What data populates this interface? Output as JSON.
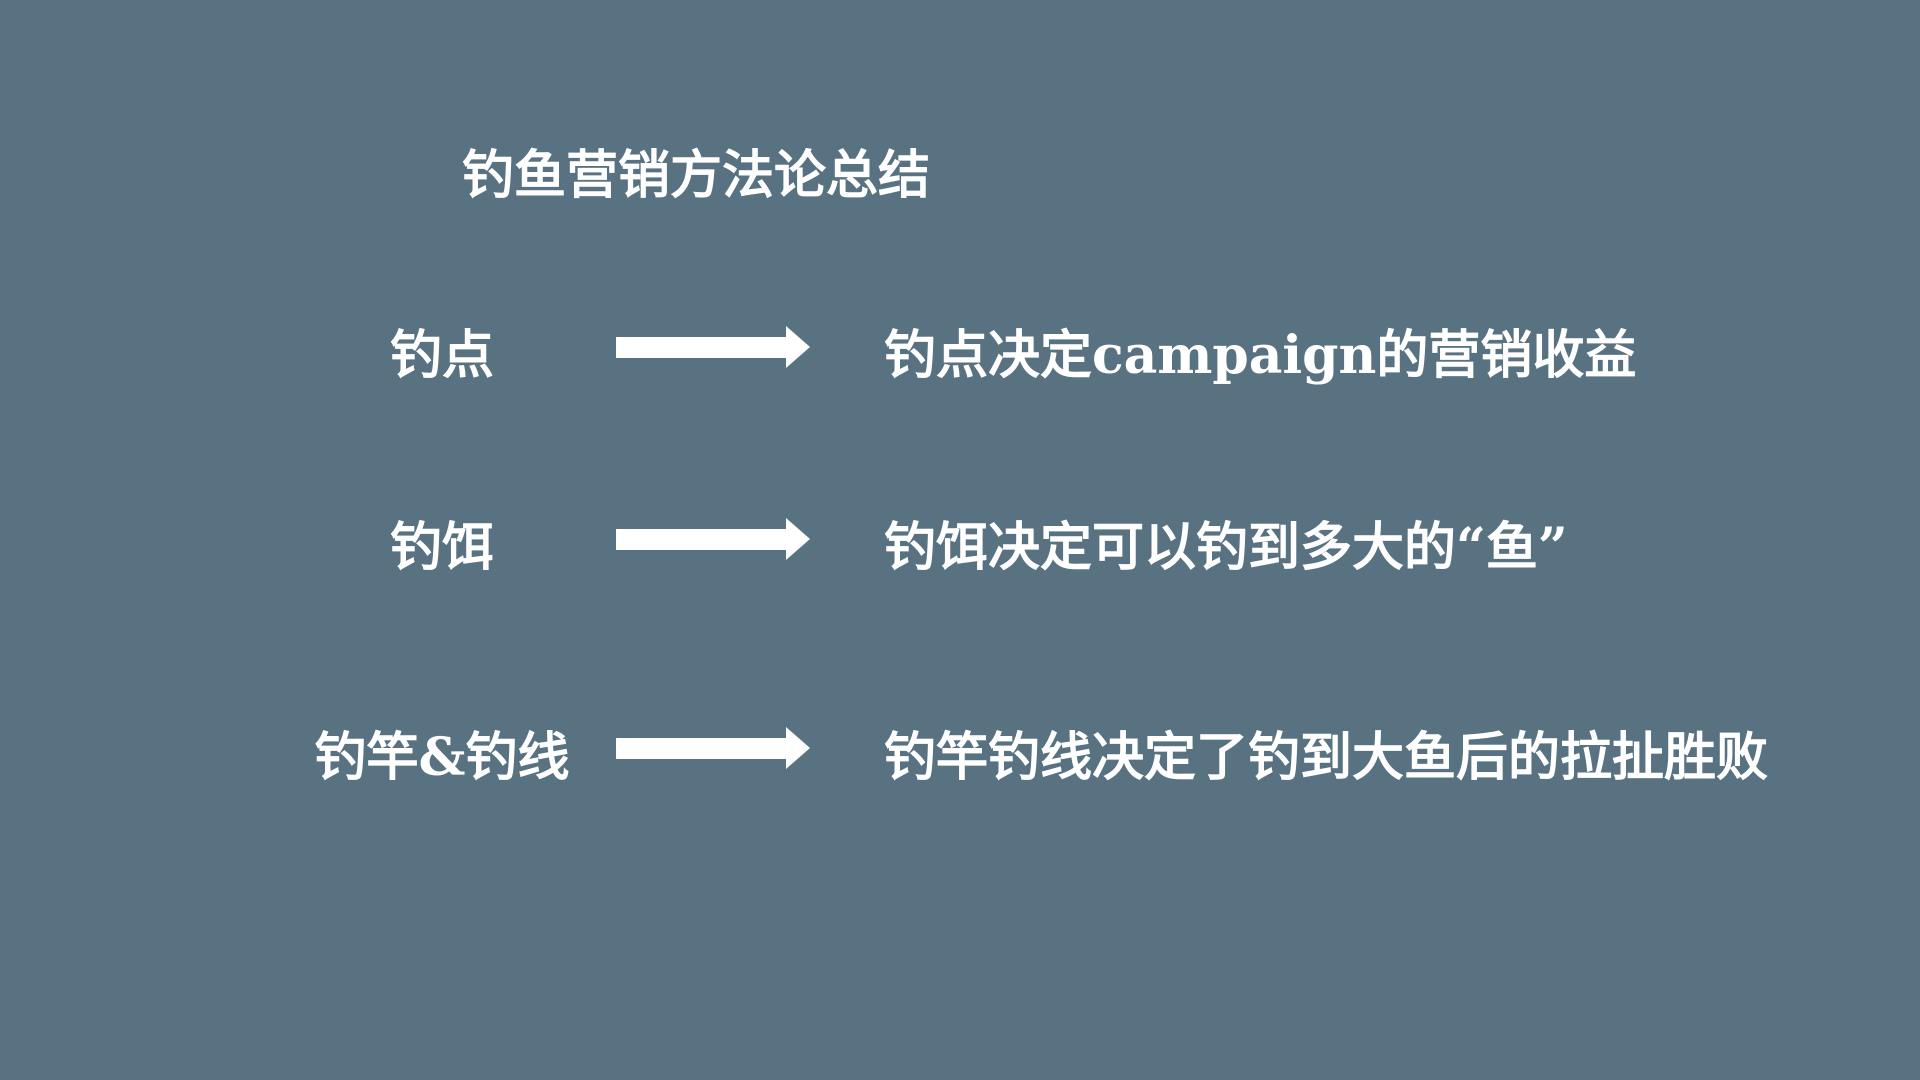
{
  "title": "钓鱼营销方法论总结",
  "rows": [
    {
      "label": "钓点",
      "description": "钓点决定campaign的营销收益"
    },
    {
      "label": "钓饵",
      "description": "钓饵决定可以钓到多大的“鱼”"
    },
    {
      "label": "钓竿&钓线",
      "description": "钓竿钓线决定了钓到大鱼后的拉扯胜败"
    }
  ],
  "colors": {
    "background": "#587282",
    "text": "#ffffff"
  }
}
